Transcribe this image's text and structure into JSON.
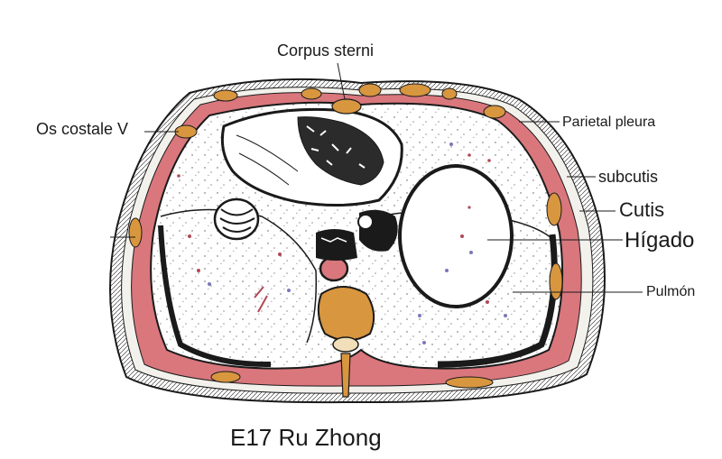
{
  "labels": {
    "corpus_sterni": "Corpus sterni",
    "os_costale": "Os costale V",
    "parietal_pleura": "Parietal pleura",
    "subcutis": "subcutis",
    "cutis": "Cutis",
    "higado": "Hígado",
    "pulmon": "Pulmón",
    "title": "E17 Ru Zhong"
  },
  "colors": {
    "muscle": "#d9777d",
    "bone": "#d8963f",
    "outline": "#1a1a1a",
    "background": "#ffffff"
  }
}
